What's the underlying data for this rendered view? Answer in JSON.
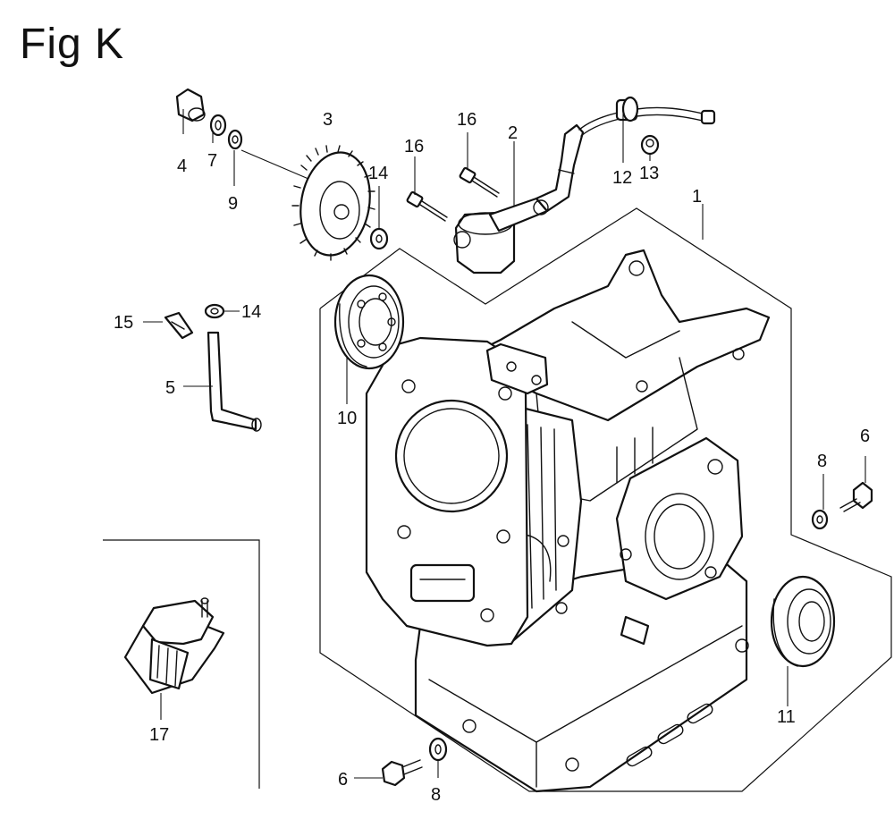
{
  "figure": {
    "title": "Fig K"
  },
  "callouts": [
    {
      "id": "c1",
      "label": "1"
    },
    {
      "id": "c2",
      "label": "2"
    },
    {
      "id": "c3",
      "label": "3"
    },
    {
      "id": "c4",
      "label": "4"
    },
    {
      "id": "c5",
      "label": "5"
    },
    {
      "id": "c6a",
      "label": "6"
    },
    {
      "id": "c6b",
      "label": "6"
    },
    {
      "id": "c7",
      "label": "7"
    },
    {
      "id": "c8a",
      "label": "8"
    },
    {
      "id": "c8b",
      "label": "8"
    },
    {
      "id": "c9",
      "label": "9"
    },
    {
      "id": "c10",
      "label": "10"
    },
    {
      "id": "c11",
      "label": "11"
    },
    {
      "id": "c12",
      "label": "12"
    },
    {
      "id": "c13",
      "label": "13"
    },
    {
      "id": "c14a",
      "label": "14"
    },
    {
      "id": "c14b",
      "label": "14"
    },
    {
      "id": "c15",
      "label": "15"
    },
    {
      "id": "c16a",
      "label": "16"
    },
    {
      "id": "c16b",
      "label": "16"
    },
    {
      "id": "c17",
      "label": "17"
    }
  ]
}
